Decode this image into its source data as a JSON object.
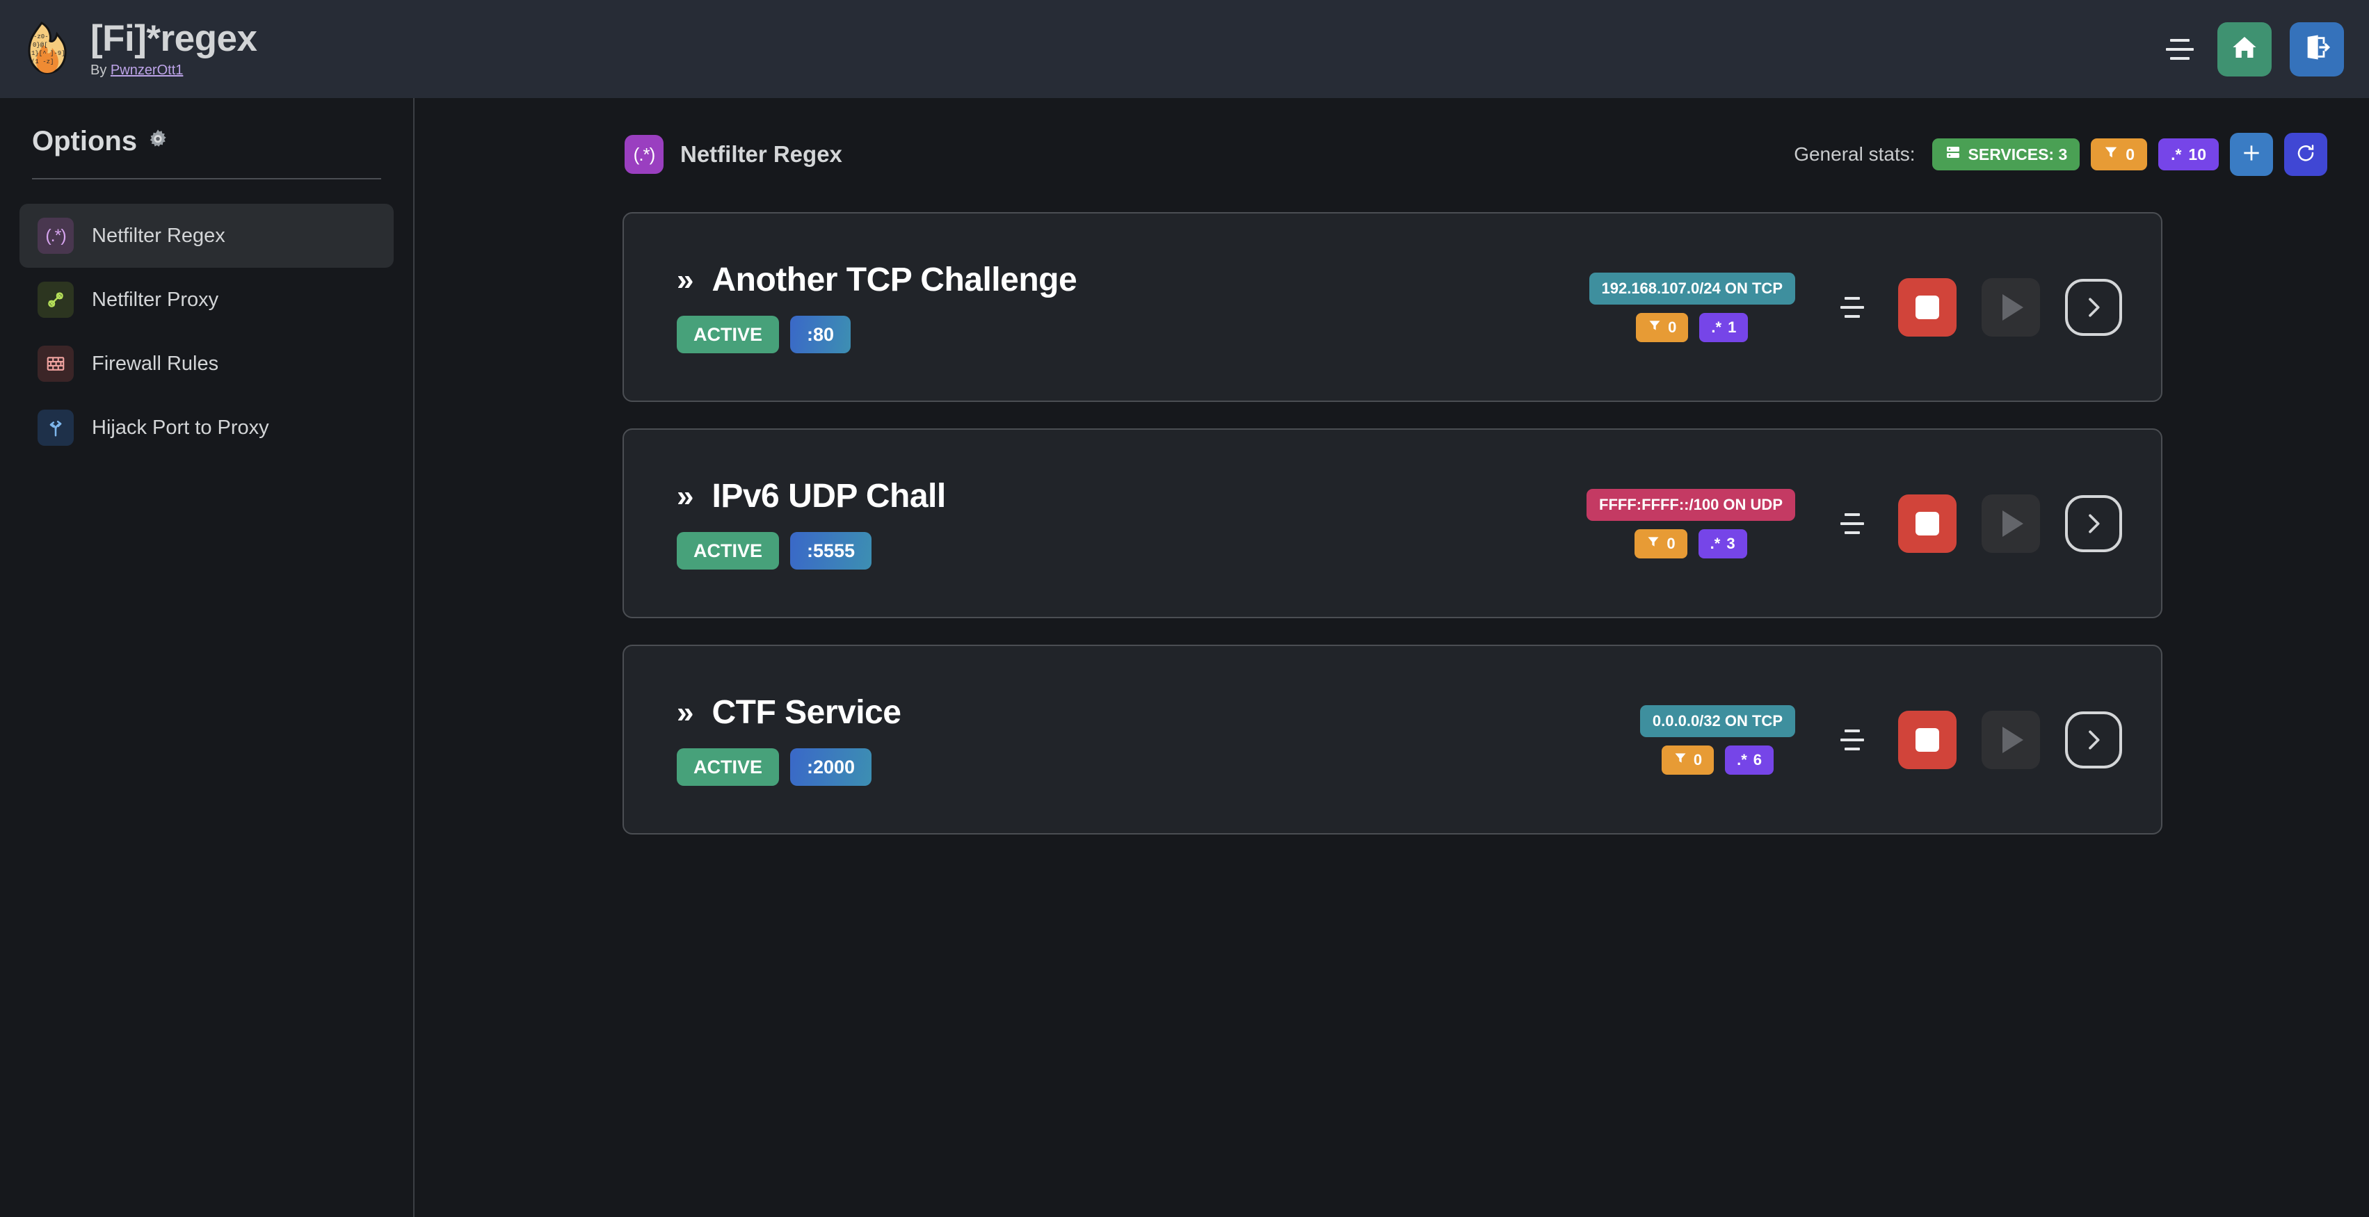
{
  "header": {
    "app_title": "[Fi]*regex",
    "by_prefix": "By ",
    "author": "PwnzerOtt1",
    "logo_icon": "flame-icon",
    "menu_icon": "hamburger-icon",
    "home_icon": "home-icon",
    "logout_icon": "logout-icon",
    "colors": {
      "home": "#3f9271",
      "logout": "#3572bb",
      "bar": "#272c36"
    }
  },
  "sidebar": {
    "title": "Options",
    "title_icon": "gear-icon",
    "items": [
      {
        "label": "Netfilter Regex",
        "icon": "regex-icon",
        "glyph": "(.*)",
        "active": true
      },
      {
        "label": "Netfilter Proxy",
        "icon": "plug-icon",
        "glyph": "",
        "active": false
      },
      {
        "label": "Firewall Rules",
        "icon": "brick-wall-icon",
        "glyph": "",
        "active": false
      },
      {
        "label": "Hijack Port to Proxy",
        "icon": "fork-arrow-icon",
        "glyph": "",
        "active": false
      }
    ]
  },
  "main": {
    "page_icon": "regex-icon",
    "page_icon_glyph": "(.*)",
    "page_title": "Netfilter Regex",
    "stats_label": "General stats:",
    "stats": {
      "services_icon": "server-icon",
      "services_text": "SERVICES: 3",
      "filter_icon": "funnel-icon",
      "filter_count": "0",
      "regex_icon": "regex-glyph",
      "regex_glyph": ".*",
      "regex_count": "10"
    },
    "add_icon": "plus-icon",
    "refresh_icon": "refresh-icon"
  },
  "services": [
    {
      "chevron": "»",
      "name": "Another TCP Challenge",
      "status": "ACTIVE",
      "port": ":80",
      "network": "192.168.107.0/24 ON TCP",
      "protocol": "TCP",
      "filter_count": "0",
      "regex_glyph": ".*",
      "regex_count": "1",
      "menu_icon": "list-icon",
      "stop_icon": "stop-icon",
      "play_icon": "play-icon",
      "detail_icon": "chevron-right-icon"
    },
    {
      "chevron": "»",
      "name": "IPv6 UDP Chall",
      "status": "ACTIVE",
      "port": ":5555",
      "network": "FFFF:FFFF::/100 ON UDP",
      "protocol": "UDP",
      "filter_count": "0",
      "regex_glyph": ".*",
      "regex_count": "3",
      "menu_icon": "list-icon",
      "stop_icon": "stop-icon",
      "play_icon": "play-icon",
      "detail_icon": "chevron-right-icon"
    },
    {
      "chevron": "»",
      "name": "CTF Service",
      "status": "ACTIVE",
      "port": ":2000",
      "network": "0.0.0.0/32 ON TCP",
      "protocol": "TCP",
      "filter_count": "0",
      "regex_glyph": ".*",
      "regex_count": "6",
      "menu_icon": "list-icon",
      "stop_icon": "stop-icon",
      "play_icon": "play-icon",
      "detail_icon": "chevron-right-icon"
    }
  ],
  "colors": {
    "accent_purple": "#7645e8",
    "accent_orange": "#e79b35",
    "accent_green": "#4aa054",
    "status_green": "#47a17a",
    "tcp_teal": "#3e8f9e",
    "udp_crimson": "#c43a63",
    "stop_red": "#d1443a",
    "card_bg": "#212429",
    "page_bg": "#16181c"
  }
}
